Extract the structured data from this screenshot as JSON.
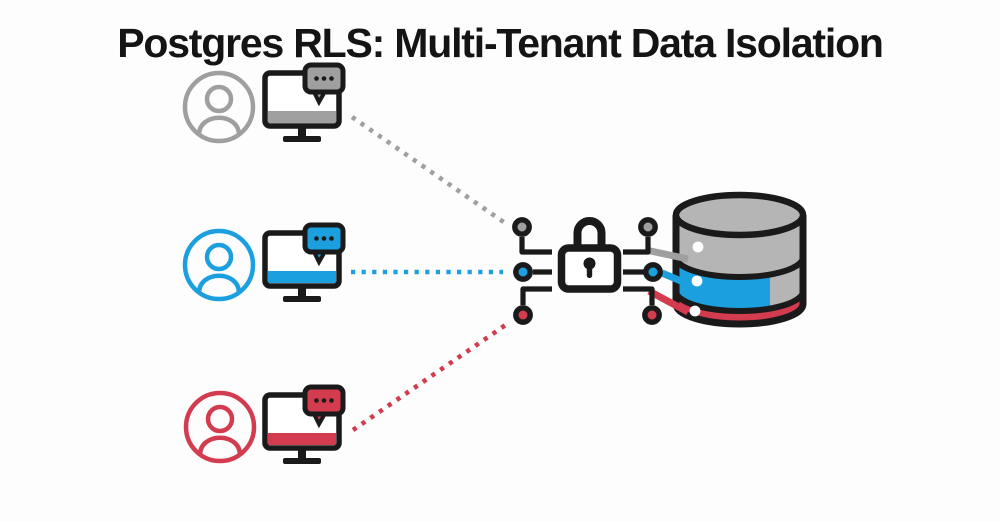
{
  "title": "Postgres RLS: Multi-Tenant Data Isolation",
  "colors": {
    "bg": "#fdfdfd",
    "ink": "#141414",
    "outline": "#1a1a1a",
    "gray": "#9f9f9f",
    "blue": "#1b9fde",
    "red": "#d23c4e",
    "db-gray": "#b5b5b5",
    "dot": "#ffffff"
  },
  "diagram": {
    "tenants": [
      {
        "id": "tenant-gray",
        "color": "#9f9f9f",
        "icons": [
          "user-icon",
          "computer-icon",
          "chat-bubble-icon"
        ],
        "link_style": "dotted"
      },
      {
        "id": "tenant-blue",
        "color": "#1b9fde",
        "icons": [
          "user-icon",
          "computer-icon",
          "chat-bubble-icon"
        ],
        "link_style": "dotted"
      },
      {
        "id": "tenant-red",
        "color": "#d23c4e",
        "icons": [
          "user-icon",
          "computer-icon",
          "chat-bubble-icon"
        ],
        "link_style": "dotted"
      }
    ],
    "center": {
      "icon": "padlock-icon",
      "circuit_nodes": [
        "gray",
        "blue",
        "red"
      ]
    },
    "database": {
      "icon": "database-icon",
      "bands": [
        {
          "id": "band-gray",
          "color": "#b5b5b5"
        },
        {
          "id": "band-blue",
          "color": "#1b9fde"
        },
        {
          "id": "band-red",
          "color": "#d23c4e"
        }
      ]
    }
  }
}
